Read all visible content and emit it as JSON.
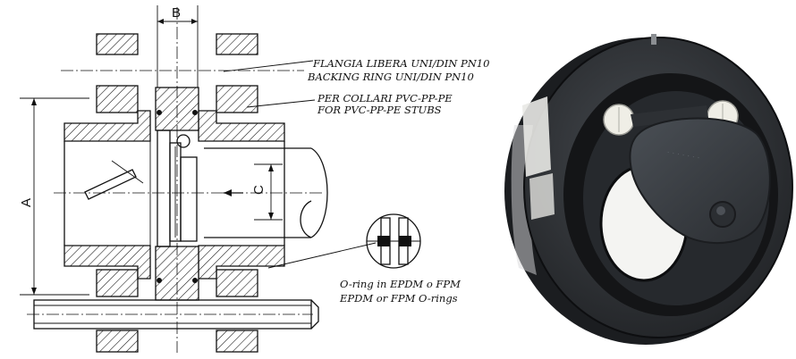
{
  "drawing": {
    "dim_b": "B",
    "dim_a": "A",
    "dim_c": "C",
    "label_flange_it": "FLANGIA LIBERA UNI/DIN PN10",
    "label_flange_en": "BACKING RING UNI/DIN PN10",
    "label_stubs_it": "PER COLLARI PVC-PP-PE",
    "label_stubs_en": "FOR PVC-PP-PE STUBS",
    "label_oring_it": "O-ring in EPDM o FPM",
    "label_oring_en": "EPDM or FPM O-rings"
  },
  "photo": {
    "subject": "check-valve-photo",
    "body_color": "#2f3236",
    "disc_color": "#3a3e43",
    "plug_color": "#efeee6"
  }
}
